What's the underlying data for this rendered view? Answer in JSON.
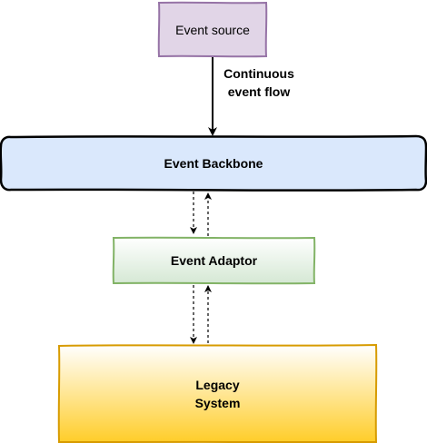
{
  "nodes": {
    "event_source": {
      "label": "Event source",
      "fill": "#e1d5e7",
      "stroke": "#9673a6"
    },
    "event_backbone": {
      "label": "Event Backbone",
      "fill": "#dae8fc",
      "stroke": "#000000"
    },
    "event_adaptor": {
      "label": "Event Adaptor",
      "fill_top": "#ffffff",
      "fill_bottom": "#d5e8d4",
      "stroke": "#82b366"
    },
    "legacy_system": {
      "label_line1": "Legacy",
      "label_line2": "System",
      "fill_top": "#ffffff",
      "fill_bottom": "#ffcd28",
      "stroke": "#d79b00"
    }
  },
  "edges": {
    "source_to_backbone": {
      "label_line1": "Continuous",
      "label_line2": "event flow"
    }
  }
}
